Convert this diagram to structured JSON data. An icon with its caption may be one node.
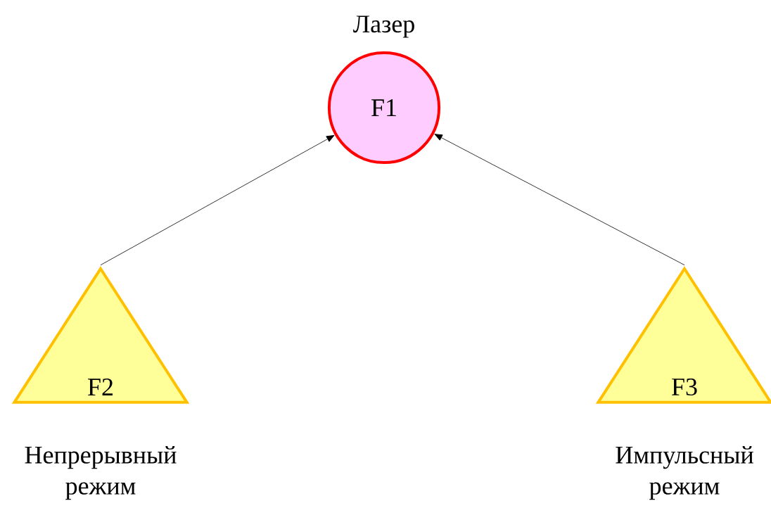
{
  "diagram": {
    "nodes": [
      {
        "text": [
          "F1"
        ],
        "beside": [
          "Лазер"
        ]
      },
      {
        "text": [
          "F2"
        ],
        "beside": [
          "Непрерывный режим"
        ]
      },
      {
        "text": [
          "F3"
        ],
        "beside": [
          "Импульсный режим"
        ]
      }
    ],
    "edges": [
      {
        "from": 1,
        "to": 0,
        "arrow": "to"
      },
      {
        "from": 2,
        "to": 0,
        "arrow": "to"
      }
    ]
  }
}
